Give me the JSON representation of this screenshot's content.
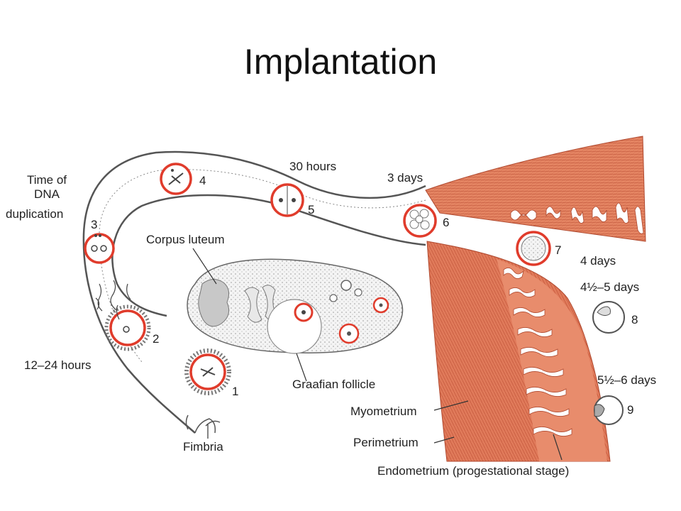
{
  "title": "Implantation",
  "labels": {
    "time_of_dna_line1": "Time of",
    "time_of_dna_line2": "DNA",
    "time_of_dna_line3": "duplication",
    "hours_30": "30 hours",
    "days_3": "3 days",
    "corpus_luteum": "Corpus luteum",
    "days_4": "4 days",
    "days_4_5": "4½–5 days",
    "hours_12_24": "12–24 hours",
    "graafian_follicle": "Graafian follicle",
    "days_5_6": "5½–6 days",
    "myometrium": "Myometrium",
    "perimetrium": "Perimetrium",
    "fimbria": "Fimbria",
    "endometrium": "Endometrium (progestational stage)"
  },
  "stages": {
    "s1": "1",
    "s2": "2",
    "s3": "3",
    "s4": "4",
    "s5": "5",
    "s6": "6",
    "s7": "7",
    "s8": "8",
    "s9": "9"
  },
  "colors": {
    "muscle": "#e07a5a",
    "muscle_dark": "#c85a3c",
    "ring": "#e03c2c",
    "outline": "#555555",
    "stipple": "#f2f2f2"
  }
}
